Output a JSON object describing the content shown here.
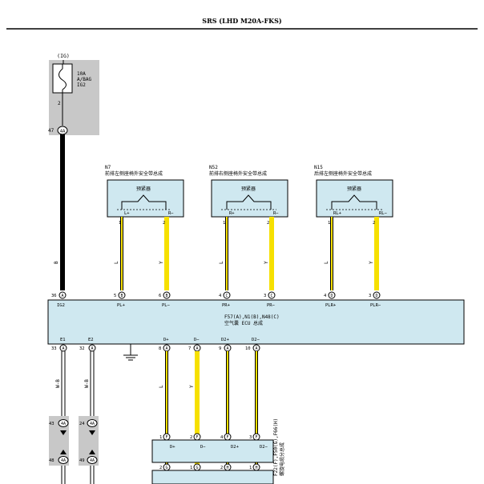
{
  "header": {
    "title": "SRS (LHD M20A-FKS)"
  },
  "fuse": {
    "source": "(IG)",
    "rating": "10A",
    "name1": "A/BAG",
    "name2": "IG2",
    "pin_bottom": "2",
    "conn_pin": "47",
    "conn_code": "4A"
  },
  "main_wire": {
    "color_code": "B"
  },
  "pretensioners": [
    {
      "code": "N7",
      "desc": "前排左侧座椅外安全带总成",
      "inner": "预紧器",
      "pin_a": "1",
      "pin_b": "2",
      "term_a": "L+",
      "term_b": "R−",
      "color_a": "L",
      "color_b": "Y"
    },
    {
      "code": "N52",
      "desc": "前排右侧座椅外安全带总成",
      "inner": "预紧器",
      "pin_a": "1",
      "pin_b": "2",
      "term_a": "R+",
      "term_b": "R−",
      "color_a": "L",
      "color_b": "Y"
    },
    {
      "code": "N15",
      "desc": "后排左侧座椅外安全带总成",
      "inner": "预紧器",
      "pin_a": "1",
      "pin_b": "2",
      "term_a": "RL+",
      "term_b": "RL−",
      "color_a": "L",
      "color_b": "Y"
    }
  ],
  "ecu": {
    "title1": "F57(A),N1(B),N48(C)",
    "title2": "空气囊 ECU 总成",
    "top_pins": [
      {
        "num": "36",
        "letter": "A",
        "label": "IG2"
      },
      {
        "num": "5",
        "letter": "B",
        "label": "PL+"
      },
      {
        "num": "6",
        "letter": "B",
        "label": "PL−"
      },
      {
        "num": "4",
        "letter": "C",
        "label": "PR+"
      },
      {
        "num": "3",
        "letter": "C",
        "label": "PR−"
      },
      {
        "num": "4",
        "letter": "D",
        "label": "PLR+"
      },
      {
        "num": "3",
        "letter": "D",
        "label": "PLR−"
      }
    ],
    "bottom_pins": [
      {
        "num": "33",
        "letter": "A",
        "label": "E1"
      },
      {
        "num": "32",
        "letter": "A",
        "label": "E2"
      },
      {
        "num": "8",
        "letter": "A",
        "label": "D+"
      },
      {
        "num": "7",
        "letter": "A",
        "label": "D−"
      },
      {
        "num": "9",
        "letter": "A",
        "label": "D2+"
      },
      {
        "num": "10",
        "letter": "A",
        "label": "D2−"
      }
    ]
  },
  "bottom_wires": {
    "e1_color": "W-B",
    "e2_color": "W-B",
    "d_plus_color": "L",
    "d_minus_color": "Y"
  },
  "ground_conns": [
    {
      "num": "43",
      "code": "4A"
    },
    {
      "num": "24",
      "code": "4A"
    },
    {
      "num": "48",
      "code": "4A"
    },
    {
      "num": "49",
      "code": "4A"
    }
  ],
  "spiral": {
    "label1": "F22(F),F50(G),F66(H)",
    "label2": "螺旋电缆分总成",
    "top_pins": [
      {
        "num": "1",
        "letter": "F",
        "label": "D+"
      },
      {
        "num": "2",
        "letter": "F",
        "label": "D−"
      },
      {
        "num": "4",
        "letter": "F",
        "label": "D2+"
      },
      {
        "num": "3",
        "letter": "F",
        "label": "D2−"
      }
    ],
    "bottom_pins": [
      {
        "num": "2",
        "letter": "G"
      },
      {
        "num": "1",
        "letter": "G"
      },
      {
        "num": "2",
        "letter": "H"
      },
      {
        "num": "1",
        "letter": "H"
      }
    ]
  },
  "colors": {
    "yellow": "#f6e000",
    "blue_box": "#cfe8f0",
    "gray_box": "#c8c8c8"
  }
}
